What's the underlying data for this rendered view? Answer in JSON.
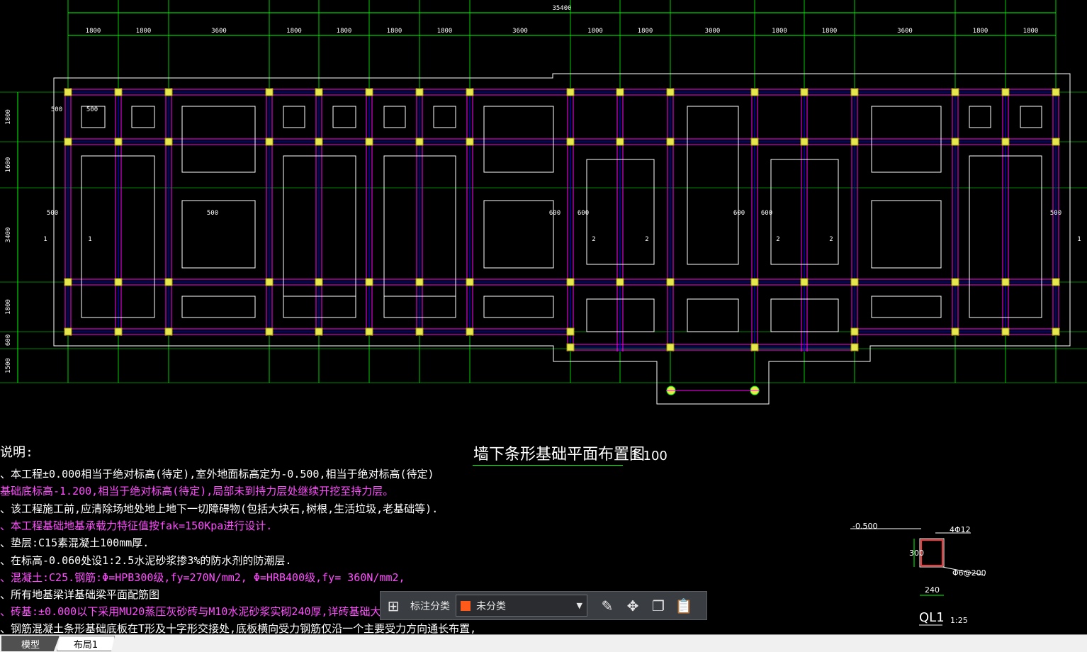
{
  "drawing": {
    "overall_dimension": "35400",
    "top_dimensions": [
      "1800",
      "1800",
      "3600",
      "1800",
      "1800",
      "1800",
      "1800",
      "3600",
      "1800",
      "1800",
      "3000",
      "1800",
      "1800",
      "3600",
      "1800",
      "1800"
    ],
    "left_dimensions": [
      "1800",
      "1600",
      "3400",
      "1800",
      "600",
      "1500"
    ],
    "colors": {
      "grid": "#00ff00",
      "walls": "#ffffff",
      "beams": "#ff00ff",
      "columns": "#ffff66",
      "axis": "#0000ff",
      "dims": "#00ff00"
    }
  },
  "title": {
    "text": "墙下条形基础平面布置图",
    "scale": "1:100"
  },
  "notes": {
    "heading": "说明:",
    "lines": [
      {
        "text": "、本工程±0.000相当于绝对标高(待定),室外地面标高定为-0.500,相当于绝对标高(待定)",
        "color": "white"
      },
      {
        "text": "  基础底标高-1.200,相当于绝对标高(待定),局部未到持力层处继续开挖至持力层。",
        "color": "magenta"
      },
      {
        "text": "、该工程施工前,应清除场地处地上地下一切障碍物(包括大块石,树根,生活垃圾,老基础等).",
        "color": "white"
      },
      {
        "text": "、本工程基础地基承载力特征值按fak=150Kpa进行设计.",
        "color": "magenta"
      },
      {
        "text": "、垫层:C15素混凝土100mm厚.",
        "color": "white"
      },
      {
        "text": "、在标高-0.060处设1:2.5水泥砂浆掺3%的防水剂的防潮层.",
        "color": "white"
      },
      {
        "text": "、混凝土:C25.钢筋:Φ=HPB300级,fy=270N/mm2, Φ=HRB400级,fy= 360N/mm2,",
        "color": "magenta"
      },
      {
        "text": "、所有地基梁详基础梁平面配筋图",
        "color": "white"
      },
      {
        "text": "、砖基:±0.000以下采用MU20蒸压灰砂砖与M10水泥砂浆实砌240厚,详砖基础大样。",
        "color": "magenta"
      },
      {
        "text": "、钢筋混凝土条形基础底板在T形及十字形交接处,底板横向受力钢筋仅沿一个主要受力方向通长布置,",
        "color": "white"
      }
    ]
  },
  "detail": {
    "elevation": "-0.500",
    "top_bar": "4Φ12",
    "height": "300",
    "stirrup": "Φ6@200",
    "width": "240",
    "name": "QL1",
    "scale": "1:25"
  },
  "toolbar": {
    "label": "标注分类",
    "dropdown_value": "未分类",
    "swatch_color": "#ff5a1a"
  },
  "tabs": {
    "model": "模型",
    "layout": "布局1"
  }
}
